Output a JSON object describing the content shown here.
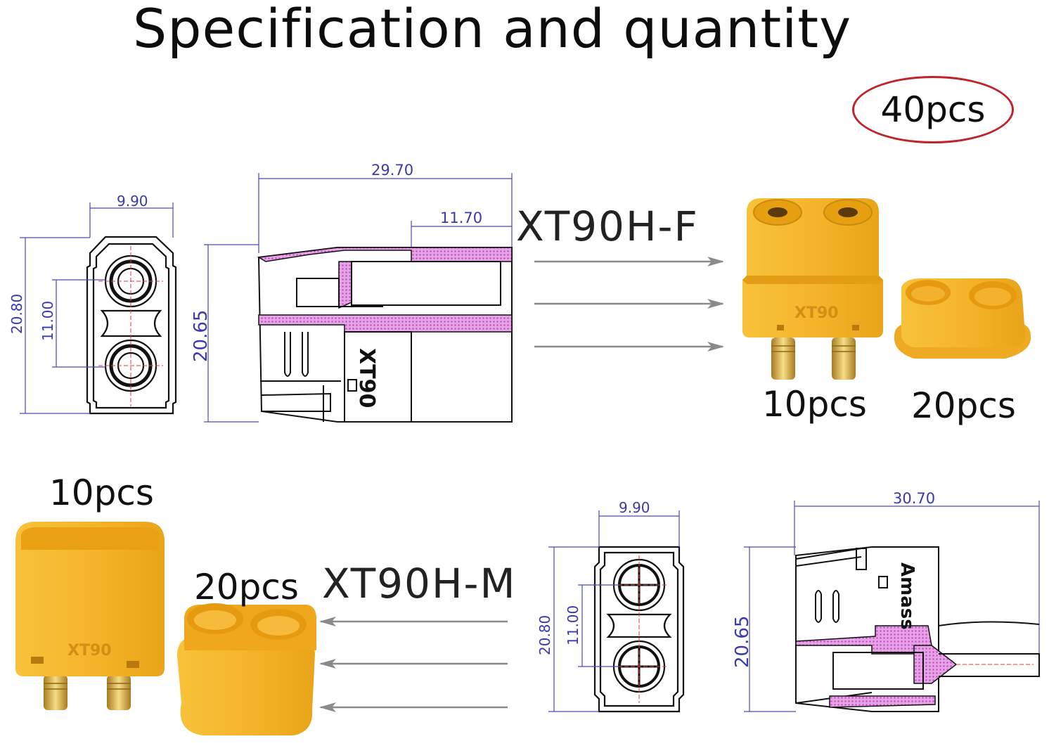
{
  "title": "Specification and quantity",
  "total_badge": "40pcs",
  "female": {
    "model": "XT90H-F",
    "housing_qty": "10pcs",
    "cap_qty": "20pcs",
    "front_view": {
      "width": "9.90",
      "height": "20.80",
      "pin_spacing": "11.00"
    },
    "side_view": {
      "length": "29.70",
      "socket_depth": "11.70",
      "height": "20.65"
    },
    "mark": "XT90"
  },
  "male": {
    "model": "XT90H-M",
    "housing_qty": "10pcs",
    "cap_qty": "20pcs",
    "front_view": {
      "width": "9.90",
      "height": "20.80",
      "pin_spacing": "11.00"
    },
    "side_view": {
      "length": "30.70",
      "height": "20.65"
    },
    "mark": "XT90",
    "brand": "Amass"
  },
  "colors": {
    "connector_yellow": "#f4b41a",
    "dimension_blue": "#3a3ab0",
    "section_magenta": "#d25ad2",
    "badge_red": "#c0242a",
    "arrow_gray": "#8a8a8a"
  }
}
